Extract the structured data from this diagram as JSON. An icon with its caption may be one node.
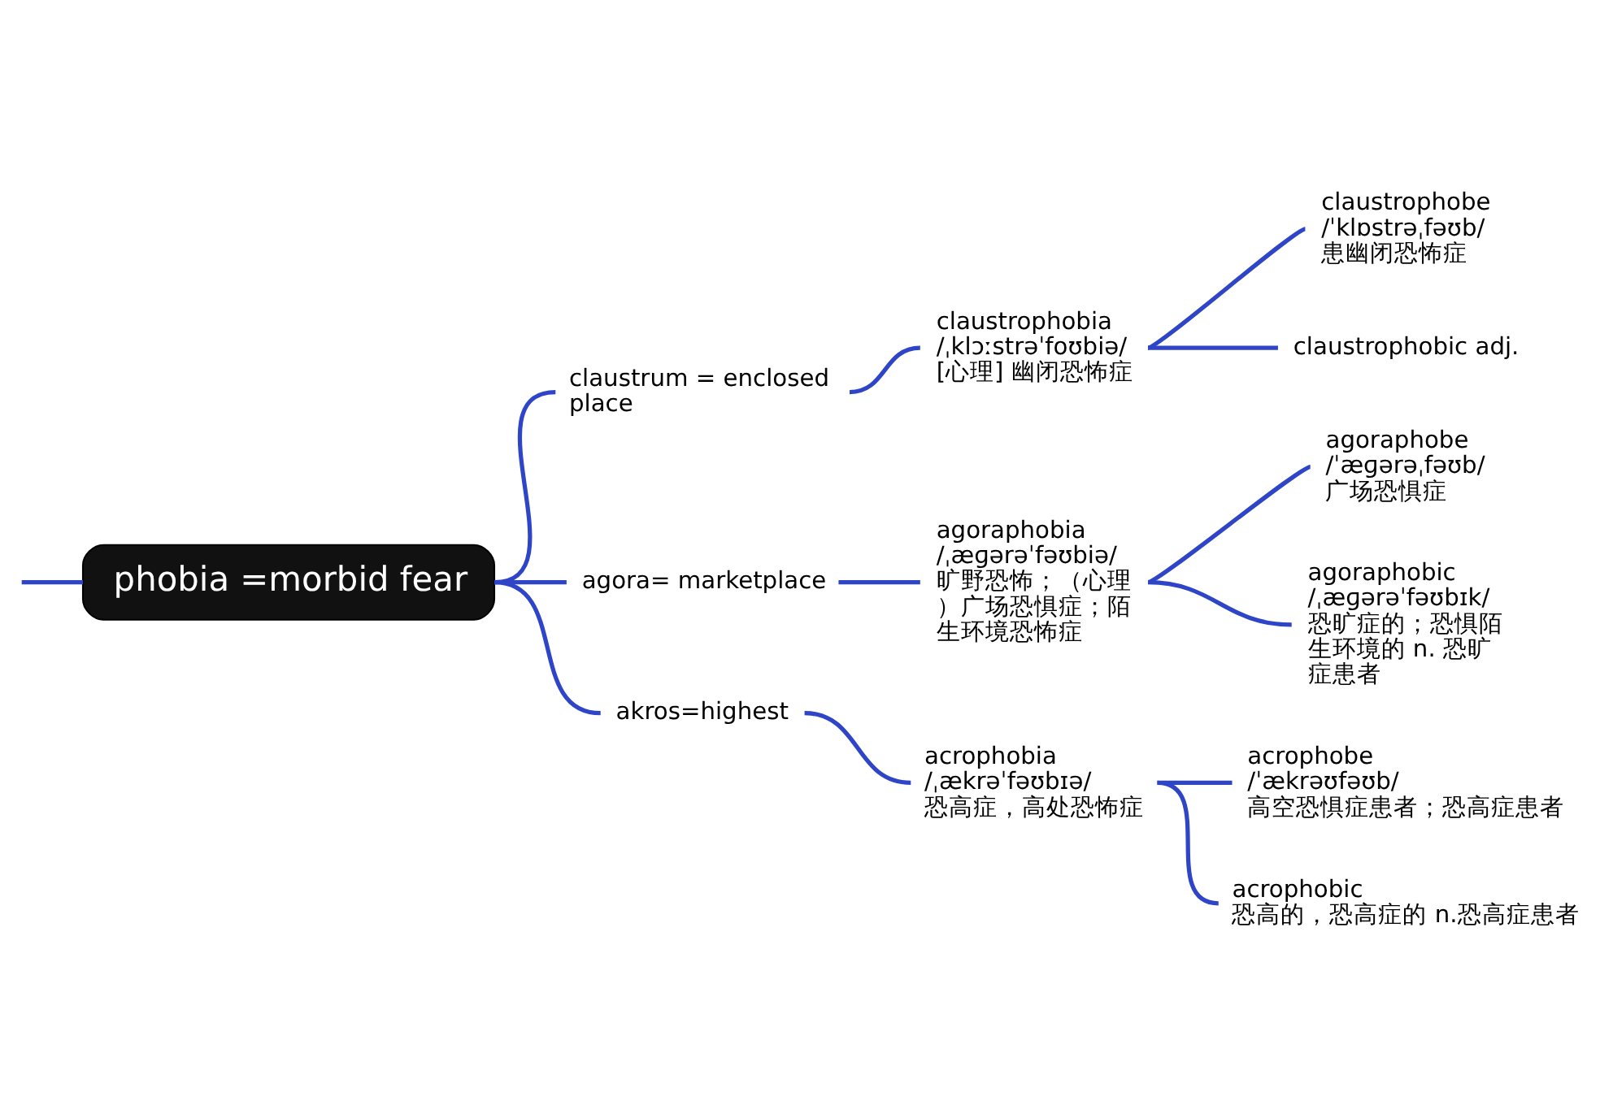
{
  "diagram": {
    "nodes": [
      {
        "text": [
          "phobia =morbid fear"
        ]
      },
      {
        "text": [
          "claustrum = enclosed place"
        ]
      },
      {
        "text": [
          "claustrophobia",
          "/ˌklɔːstrəˈfoʊbiə/",
          "[心理] 幽闭恐怖症"
        ]
      },
      {
        "text": [
          "claustrophobe",
          "/ˈklɒstrəˌfəʊb/",
          "患幽闭恐怖症"
        ]
      },
      {
        "text": [
          "claustrophobic adj."
        ]
      },
      {
        "text": [
          "agora= marketplace"
        ]
      },
      {
        "text": [
          "agoraphobia",
          "/ˌæɡərəˈfəʊbiə/",
          "旷野恐怖；（心理）广场恐惧症；陌生环境恐怖症"
        ]
      },
      {
        "text": [
          "agoraphobe",
          "/ˈæɡərəˌfəʊb/",
          "广场恐惧症"
        ]
      },
      {
        "text": [
          "agoraphobic",
          "/ˌæɡərəˈfəʊbɪk/",
          "恐旷症的；恐惧陌生环境的 n. 恐旷症患者"
        ]
      },
      {
        "text": [
          "akros=highest"
        ]
      },
      {
        "text": [
          "acrophobia",
          "/ˌækrəˈfəʊbɪə/",
          "恐高症，高处恐怖症"
        ]
      },
      {
        "text": [
          "acrophobe",
          "/ˈækrəʊfəʊb/",
          "高空恐惧症患者；恐高症患者"
        ]
      },
      {
        "text": [
          "acrophobic",
          "恐高的，恐高症的 n.恐高症患者"
        ]
      }
    ],
    "edges": [
      {
        "from": null,
        "to": 0,
        "arrow": "none"
      },
      {
        "from": 0,
        "to": 1,
        "arrow": "none"
      },
      {
        "from": 0,
        "to": 5,
        "arrow": "none"
      },
      {
        "from": 0,
        "to": 9,
        "arrow": "none"
      },
      {
        "from": 1,
        "to": 2,
        "arrow": "none"
      },
      {
        "from": 2,
        "to": 3,
        "arrow": "none"
      },
      {
        "from": 2,
        "to": 4,
        "arrow": "none"
      },
      {
        "from": 5,
        "to": 6,
        "arrow": "none"
      },
      {
        "from": 6,
        "to": 7,
        "arrow": "none"
      },
      {
        "from": 6,
        "to": 8,
        "arrow": "none"
      },
      {
        "from": 9,
        "to": 10,
        "arrow": "none"
      },
      {
        "from": 10,
        "to": 11,
        "arrow": "none"
      },
      {
        "from": 10,
        "to": 12,
        "arrow": "none"
      }
    ]
  }
}
